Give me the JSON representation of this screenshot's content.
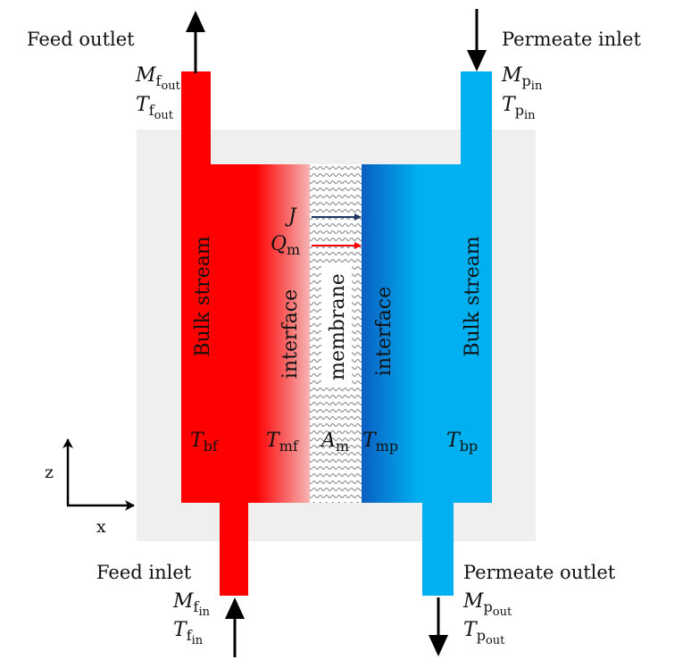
{
  "colors": {
    "feed": "#fe0000",
    "permeate": "#00b0f0",
    "interface_feed_fade": "#f5b5b5",
    "interface_permeate_dark": "#0a5fc2",
    "background_panel": "#efefef",
    "flux_arrow": "#1f3864",
    "heat_arrow": "#ff0000",
    "flow_arrow": "#000000"
  },
  "labels": {
    "feed_outlet": "Feed outlet",
    "permeate_inlet": "Permeate inlet",
    "feed_inlet": "Feed inlet",
    "permeate_outlet": "Permeate outlet",
    "bulk_stream_feed": "Bulk stream",
    "bulk_stream_permeate": "Bulk stream",
    "interface_feed": "interface",
    "interface_permeate": "interface",
    "membrane": "membrane",
    "axis_z": "z",
    "axis_x": "x"
  },
  "symbols": {
    "M_f_out": {
      "base": "M",
      "sub": "f",
      "subsub": "out"
    },
    "T_f_out": {
      "base": "T",
      "sub": "f",
      "subsub": "out"
    },
    "M_p_in": {
      "base": "M",
      "sub": "p",
      "subsub": "in"
    },
    "T_p_in": {
      "base": "T",
      "sub": "p",
      "subsub": "in"
    },
    "M_f_in": {
      "base": "M",
      "sub": "f",
      "subsub": "in"
    },
    "T_f_in": {
      "base": "T",
      "sub": "f",
      "subsub": "in"
    },
    "M_p_out": {
      "base": "M",
      "sub": "p",
      "subsub": "out"
    },
    "T_p_out": {
      "base": "T",
      "sub": "p",
      "subsub": "out"
    },
    "J": {
      "base": "J"
    },
    "Q_m": {
      "base": "Q",
      "sub": "m"
    },
    "T_bf": {
      "base": "T",
      "sub": "bf"
    },
    "T_mf": {
      "base": "T",
      "sub": "mf"
    },
    "A_m": {
      "base": "A",
      "sub": "m"
    },
    "T_mp": {
      "base": "T",
      "sub": "mp"
    },
    "T_bp": {
      "base": "T",
      "sub": "bp"
    }
  }
}
